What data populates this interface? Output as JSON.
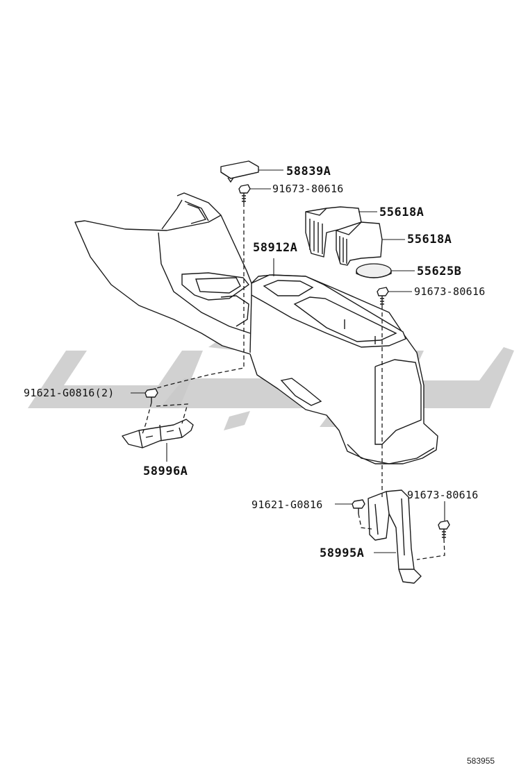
{
  "diagram": {
    "labels": {
      "l58839A": "58839A",
      "l91673_top": "91673-80616",
      "l55618A_1": "55618A",
      "l55618A_2": "55618A",
      "l58912A": "58912A",
      "l55625B": "55625B",
      "l91673_mid": "91673-80616",
      "l91621_2": "91621-G0816(2)",
      "l58996A": "58996A",
      "l91621": "91621-G0816",
      "l91673_low": "91673-80616",
      "l58995A": "58995A"
    },
    "figure_number": "583955"
  }
}
